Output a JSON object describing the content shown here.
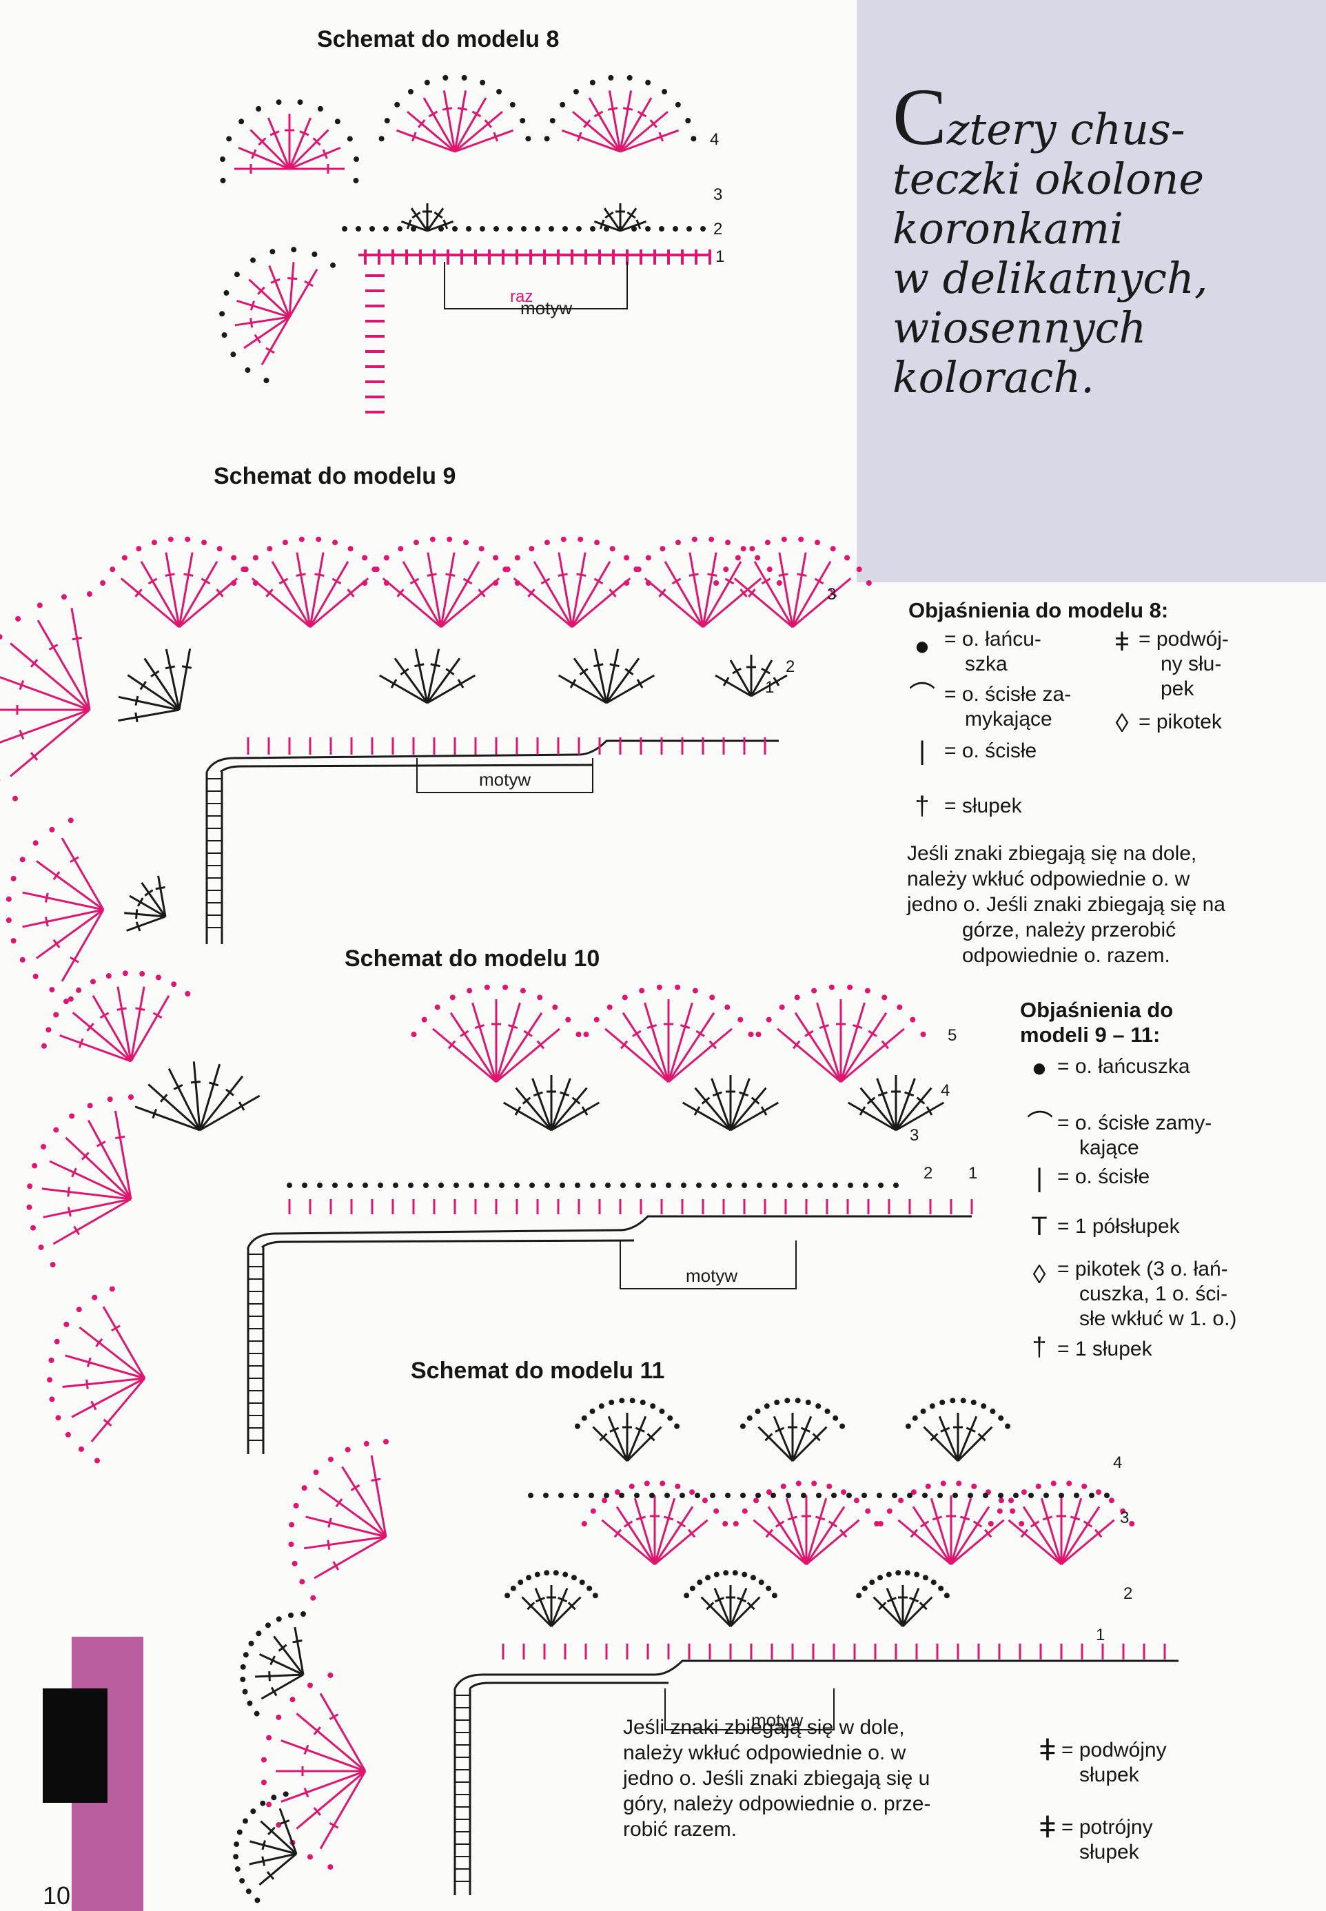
{
  "headings": {
    "m8": "Schemat do modelu 8",
    "m9": "Schemat do modelu 9",
    "m10": "Schemat do modelu 10",
    "m11": "Schemat do modelu 11"
  },
  "title": {
    "initial": "C",
    "line1": "ztery chus-",
    "line2": "teczki okolone",
    "line3": "koronkami",
    "line4": "w delikatnych,",
    "line5": "wiosennych",
    "line6": "kolorach."
  },
  "diagram_labels": {
    "motyw": "motyw",
    "raz": "raz",
    "rounds_8": [
      "1",
      "2",
      "3",
      "4"
    ],
    "rounds_9": [
      "1",
      "2",
      "3"
    ],
    "rounds_10": [
      "1",
      "2",
      "3",
      "4",
      "5"
    ],
    "rounds_11": [
      "1",
      "2",
      "3",
      "4"
    ]
  },
  "legend8": {
    "heading": "Objaśnienia do modelu 8:",
    "chain": [
      "= o. łańcu-",
      "szka"
    ],
    "slip": [
      "= o. ścisłe za-",
      "mykające"
    ],
    "sc": "= o. ścisłe",
    "dc": "= słupek",
    "tr": [
      "= podwój-",
      "ny słu-",
      "pek"
    ],
    "picot": "= pikotek",
    "note": [
      "Jeśli znaki zbiegają się na dole,",
      "należy wkłuć odpowiednie o. w",
      "jedno o. Jeśli znaki zbiegają się na",
      "górze, należy przerobić",
      "odpowiednie o. razem."
    ]
  },
  "legend911": {
    "heading": [
      "Objaśnienia do",
      "modeli 9 – 11:"
    ],
    "chain": "= o. łańcuszka",
    "slip": [
      "= o. ścisłe zamy-",
      "kające"
    ],
    "sc": "= o. ścisłe",
    "hdc": "= 1 półsłupek",
    "picot": [
      "= pikotek (3 o. łań-",
      "cuszka, 1 o. ści-",
      "słe wkłuć w 1. o.)"
    ],
    "dc": "= 1 słupek"
  },
  "bottom_note": [
    "Jeśli znaki zbiegają się w dole,",
    "należy wkłuć odpowiednie o. w",
    "jedno o. Jeśli znaki zbiegają się u",
    "góry, należy odpowiednie o. prze-",
    "robić razem."
  ],
  "legend_bottom": {
    "double": [
      "= podwójny",
      "słupek"
    ],
    "triple": [
      "= potrójny",
      "słupek"
    ]
  },
  "page_number": "10",
  "colors": {
    "pink": "#e0166e",
    "ink": "#1a1a1a",
    "title_panel": "#d8d8e7",
    "side_block": "#b95f9f"
  }
}
